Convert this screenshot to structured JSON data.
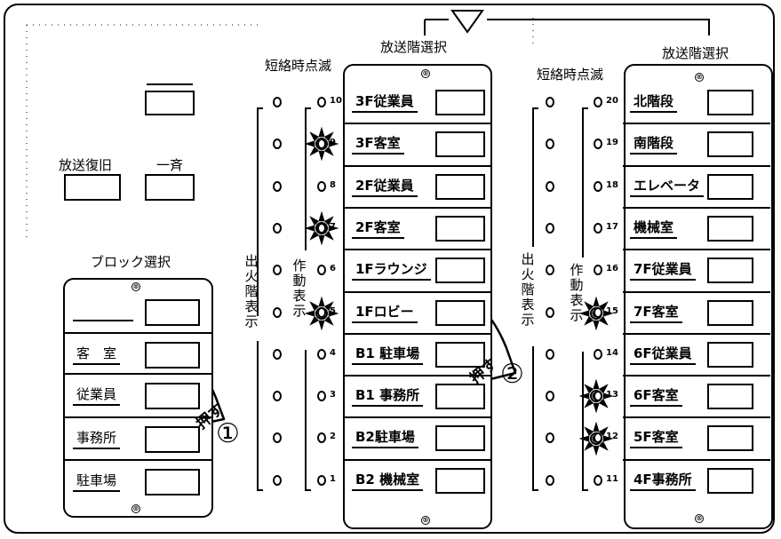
{
  "top_labels": {
    "short_blink_left": "短絡時点滅",
    "short_blink_right": "短絡時点滅",
    "floor_select_center": "放送階選択",
    "floor_select_right": "放送階選択"
  },
  "left": {
    "broadcast_reset": "放送復旧",
    "all_at_once": "一斉",
    "block_select": "ブロック選択"
  },
  "block_buttons": [
    "",
    "客　室",
    "従業員",
    "事務所",
    "駐車場"
  ],
  "vertical_labels": {
    "fire_floor_display": "出火階表示",
    "operation_display": "作動表示"
  },
  "center_buttons": [
    {
      "num": "10",
      "label": "3F従業員"
    },
    {
      "num": "9",
      "label": "3F客室"
    },
    {
      "num": "8",
      "label": "2F従業員"
    },
    {
      "num": "7",
      "label": "2F客室"
    },
    {
      "num": "6",
      "label": "1Fラウンジ"
    },
    {
      "num": "5",
      "label": "1Fロビー"
    },
    {
      "num": "4",
      "label": "B1 駐車場"
    },
    {
      "num": "3",
      "label": "B1 事務所"
    },
    {
      "num": "2",
      "label": "B2駐車場"
    },
    {
      "num": "1",
      "label": "B2 機械室"
    }
  ],
  "right_buttons": [
    {
      "num": "20",
      "label": "北階段"
    },
    {
      "num": "19",
      "label": "南階段"
    },
    {
      "num": "18",
      "label": "エレベータ"
    },
    {
      "num": "17",
      "label": "機械室"
    },
    {
      "num": "16",
      "label": "7F従業員"
    },
    {
      "num": "15",
      "label": "7F客室"
    },
    {
      "num": "14",
      "label": "6F従業員"
    },
    {
      "num": "13",
      "label": "6F客室"
    },
    {
      "num": "12",
      "label": "5F客室"
    },
    {
      "num": "11",
      "label": "4F事務所"
    }
  ],
  "callouts": {
    "press_1_text": "押す",
    "press_1_num": "①",
    "press_2_text": "押す",
    "press_2_num": "②"
  },
  "screw_glyph": "⊗"
}
